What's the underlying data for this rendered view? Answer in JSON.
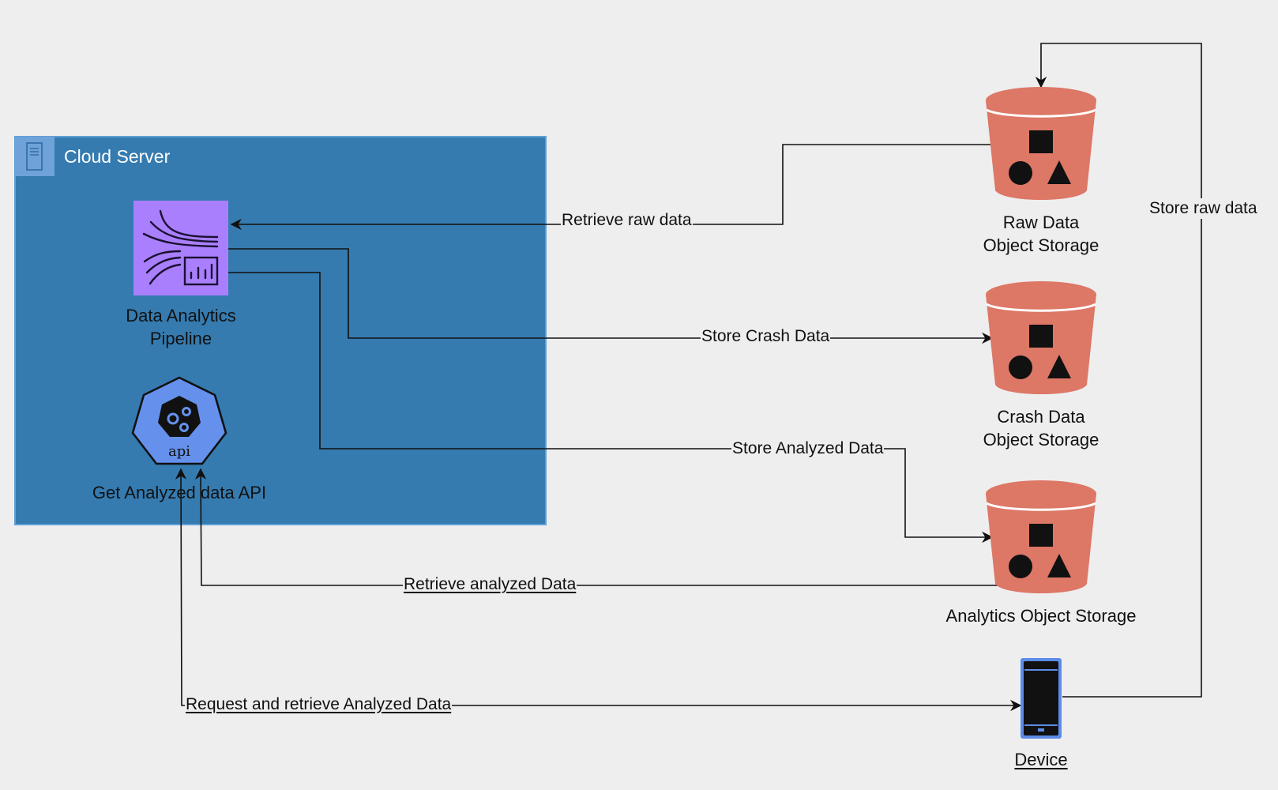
{
  "group": {
    "title": "Cloud Server",
    "fill": "#357bb0",
    "icon": "server-icon"
  },
  "nodes": {
    "pipeline": {
      "label_line1": "Data Analytics",
      "label_line2": "Pipeline",
      "icon": "data-analytics-pipeline-icon",
      "color": "#a97ffd"
    },
    "api": {
      "label": "Get Analyzed data API",
      "icon_text": "api",
      "icon": "kubernetes-api-icon",
      "color": "#6591ec"
    },
    "raw_storage": {
      "label_line1": "Raw Data",
      "label_line2": "Object Storage",
      "icon": "object-storage-bucket-icon",
      "color": "#dd7766"
    },
    "crash_storage": {
      "label_line1": "Crash Data",
      "label_line2": "Object Storage",
      "icon": "object-storage-bucket-icon",
      "color": "#dd7766"
    },
    "analytics_storage": {
      "label": "Analytics Object Storage",
      "icon": "object-storage-bucket-icon",
      "color": "#dd7766"
    },
    "device": {
      "label": "Device",
      "icon": "mobile-device-icon",
      "color": "#5d8ce8"
    }
  },
  "edges": {
    "retrieve_raw": "Retrieve raw data",
    "store_crash": "Store Crash Data",
    "store_analyzed": "Store Analyzed Data",
    "retrieve_analyzed": "Retrieve analyzed Data",
    "request_retrieve": "Request and retrieve Analyzed Data",
    "store_raw": "Store raw data"
  }
}
